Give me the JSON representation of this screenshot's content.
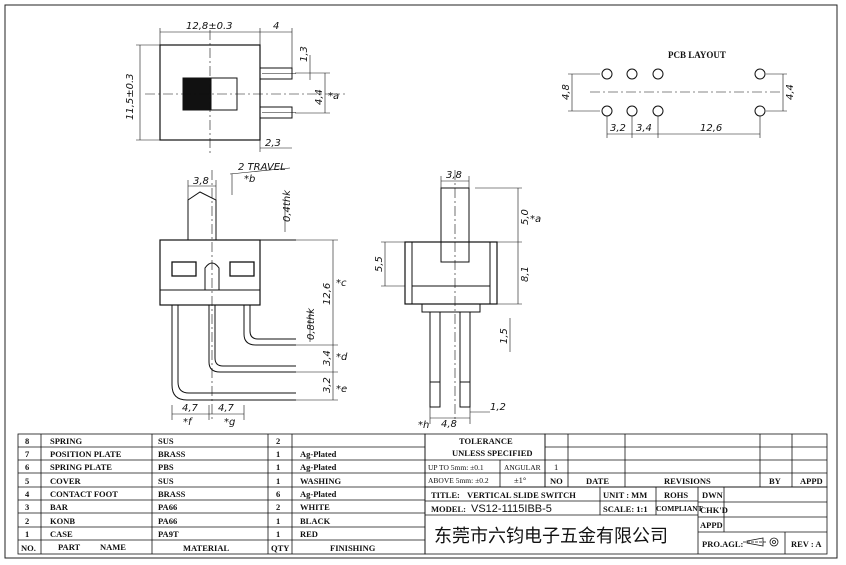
{
  "top_view": {
    "width_dim": "12,8±0.3",
    "pin_dim": "4",
    "height_dim": "11,5±0.3",
    "dim_1_3": "1,3",
    "dim_4_4": "4,4",
    "ref_a": "*a",
    "dim_2_3": "2,3"
  },
  "pcb": {
    "title": "PCB LAYOUT",
    "dim_4_8": "4,8",
    "dim_4_4": "4,4",
    "dim_3_2": "3,2",
    "dim_3_4": "3,4",
    "dim_12_6": "12,6"
  },
  "front_view": {
    "travel": "2 TRAVEL",
    "dim_3_8": "3,8",
    "ref_b": "*b",
    "thk_04": "0,4thk",
    "thk_08": "0,8thk",
    "dim_12_6": "12,6",
    "ref_c": "*c",
    "dim_3_4": "3,4",
    "ref_d": "*d",
    "dim_3_2": "3,2",
    "ref_e": "*e",
    "dim_4_7a": "4,7",
    "dim_4_7b": "4,7",
    "ref_f": "*f",
    "ref_g": "*g"
  },
  "side_view": {
    "dim_3_8": "3,8",
    "dim_5_0": "5,0",
    "ref_a": "*a",
    "dim_5_5": "5,5",
    "dim_8_1": "8,1",
    "dim_1_5": "1,5",
    "dim_4_8": "4,8",
    "dim_1_2": "1,2",
    "ref_h": "*h"
  },
  "bom": {
    "rows": [
      {
        "no": "8",
        "part": "SPRING",
        "material": "SUS",
        "qty": "2",
        "finish": ""
      },
      {
        "no": "7",
        "part": "POSITION PLATE",
        "material": "BRASS",
        "qty": "1",
        "finish": "Ag-Plated"
      },
      {
        "no": "6",
        "part": "SPRING PLATE",
        "material": "PBS",
        "qty": "1",
        "finish": "Ag-Plated"
      },
      {
        "no": "5",
        "part": "COVER",
        "material": "SUS",
        "qty": "1",
        "finish": "WASHING"
      },
      {
        "no": "4",
        "part": "CONTACT FOOT",
        "material": "BRASS",
        "qty": "6",
        "finish": "Ag-Plated"
      },
      {
        "no": "3",
        "part": "BAR",
        "material": "PA66",
        "qty": "2",
        "finish": "WHITE"
      },
      {
        "no": "2",
        "part": "KONB",
        "material": "PA66",
        "qty": "1",
        "finish": "BLACK"
      },
      {
        "no": "1",
        "part": "CASE",
        "material": "PA9T",
        "qty": "1",
        "finish": "RED"
      }
    ],
    "headers": {
      "no": "NO.",
      "part": "PART",
      "name": "NAME",
      "material": "MATERIAL",
      "qty": "QTY",
      "finish": "FINISHING"
    }
  },
  "tolerance": {
    "title": "TOLERANCE",
    "sub": "UNLESS  SPECIFIED",
    "up": "UP TO 5mm: ±0.1",
    "above": "ABOVE 5mm: ±0.2",
    "angular": "ANGULAR",
    "angular_val": "±1°",
    "one": "1"
  },
  "revisions": {
    "no": "NO",
    "date": "DATE",
    "revisions": "REVISIONS",
    "by": "BY",
    "appd": "APPD"
  },
  "title_block": {
    "title_label": "TITLE:",
    "title": "VERTICAL SLIDE SWITCH",
    "unit_label": "UNIT : MM",
    "rohs": "ROHS",
    "compliant": "COMPLIANT",
    "dwn": "DWN",
    "model_label": "MODEL:",
    "model": "VS12-1115IBB-5",
    "scale": "SCALE:  1:1",
    "chkd": "CHK'D",
    "appd": "APPD",
    "company": "东莞市六钧电子五金有限公司",
    "proagl": "PRO.AGL:",
    "rev": "REV : A"
  }
}
